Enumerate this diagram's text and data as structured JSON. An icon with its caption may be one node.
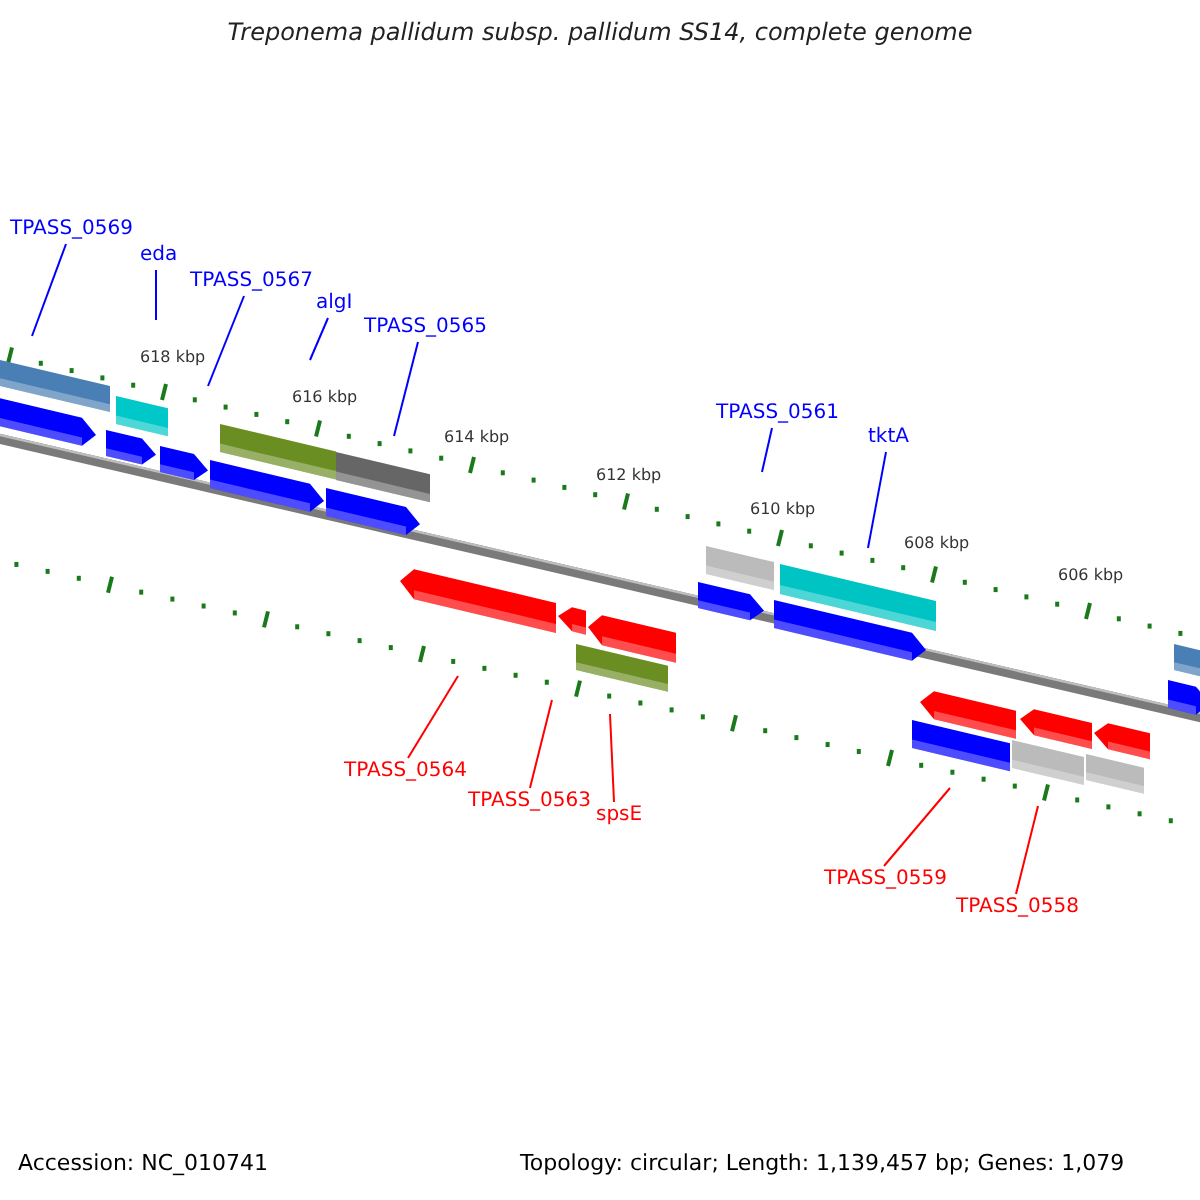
{
  "diagram": {
    "title": "Treponema pallidum subsp. pallidum SS14, complete genome",
    "nodes": [
      {
        "text": [
          "TPASS_0569"
        ]
      },
      {
        "text": [
          "eda"
        ]
      },
      {
        "text": [
          "TPASS_0567"
        ]
      },
      {
        "text": [
          "algI"
        ]
      },
      {
        "text": [
          "TPASS_0565"
        ]
      },
      {
        "text": [
          "TPASS_0561"
        ]
      },
      {
        "text": [
          "tktA"
        ]
      },
      {
        "text": [
          "TPASS_0564"
        ]
      },
      {
        "text": [
          "TPASS_0563"
        ]
      },
      {
        "text": [
          "spsE"
        ]
      },
      {
        "text": [
          "TPASS_0559"
        ]
      },
      {
        "text": [
          "TPASS_0558"
        ]
      }
    ],
    "edges": [
      {
        "from": 0,
        "to": null,
        "arrow": "none"
      },
      {
        "from": 1,
        "to": null,
        "arrow": "none"
      },
      {
        "from": 2,
        "to": null,
        "arrow": "none"
      },
      {
        "from": 3,
        "to": null,
        "arrow": "none"
      },
      {
        "from": 4,
        "to": null,
        "arrow": "none"
      },
      {
        "from": 5,
        "to": null,
        "arrow": "none"
      },
      {
        "from": 6,
        "to": null,
        "arrow": "none"
      },
      {
        "from": 7,
        "to": null,
        "arrow": "none",
        "color": "#ff0000"
      },
      {
        "from": 8,
        "to": null,
        "arrow": "none",
        "color": "#ff0000"
      },
      {
        "from": 9,
        "to": null,
        "arrow": "none",
        "color": "#ff0000"
      },
      {
        "from": 10,
        "to": null,
        "arrow": "none",
        "color": "#ff0000"
      },
      {
        "from": 11,
        "to": null,
        "arrow": "none",
        "color": "#ff0000"
      }
    ],
    "labels": [
      "618 kbp",
      "616 kbp",
      "614 kbp",
      "612 kbp",
      "610 kbp",
      "608 kbp",
      "606 kbp",
      "Accession: NC_010741",
      "Topology: circular; Length: 1,139,457 bp; Genes: 1,079"
    ]
  }
}
